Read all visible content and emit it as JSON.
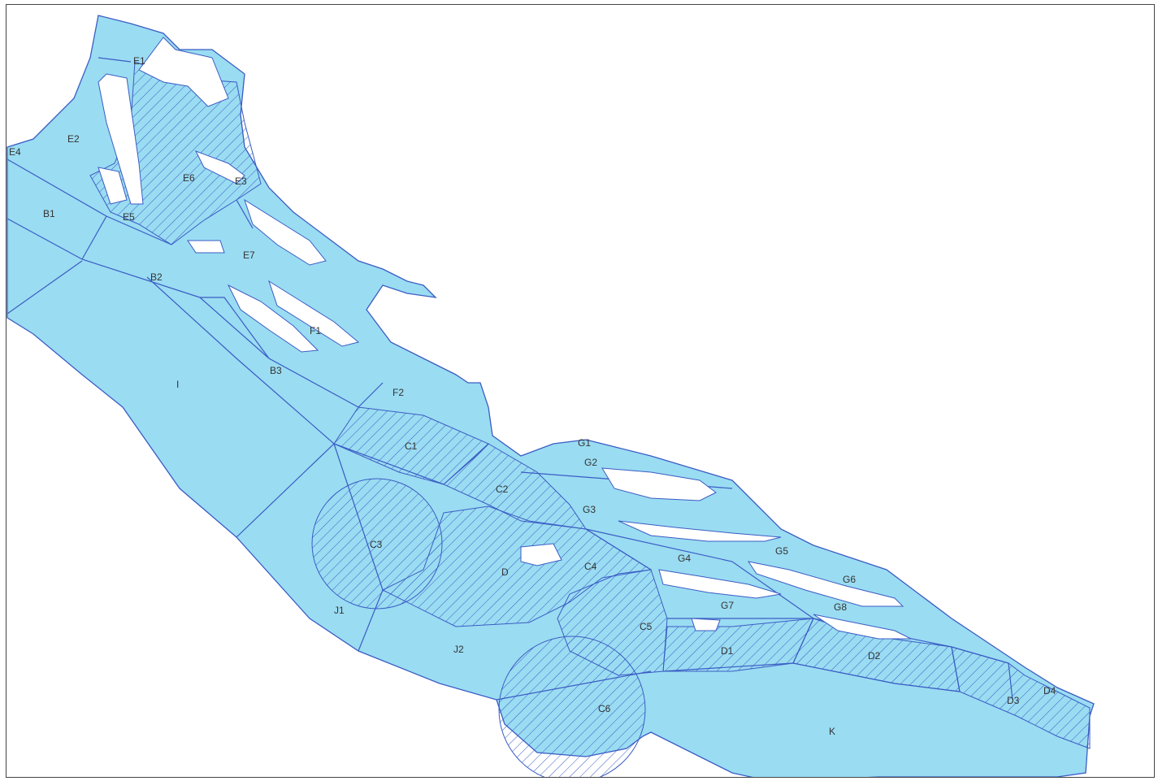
{
  "colors": {
    "sea": "#9adcf2",
    "boundary": "#3a5cc4",
    "hatch": "#3a5cc4",
    "land": "#ffffff",
    "label": "#333333"
  },
  "zones": [
    {
      "id": "E1",
      "label": "E1",
      "hatched": false
    },
    {
      "id": "E2",
      "label": "E2",
      "hatched": false
    },
    {
      "id": "E3",
      "label": "E3",
      "hatched": false
    },
    {
      "id": "E4",
      "label": "E4",
      "hatched": false
    },
    {
      "id": "E5",
      "label": "E5",
      "hatched": true
    },
    {
      "id": "E6",
      "label": "E6",
      "hatched": true
    },
    {
      "id": "E7",
      "label": "E7",
      "hatched": false
    },
    {
      "id": "B1",
      "label": "B1",
      "hatched": false
    },
    {
      "id": "B2",
      "label": "B2",
      "hatched": false
    },
    {
      "id": "B3",
      "label": "B3",
      "hatched": false
    },
    {
      "id": "I",
      "label": "I",
      "hatched": false
    },
    {
      "id": "F1",
      "label": "F1",
      "hatched": false
    },
    {
      "id": "F2",
      "label": "F2",
      "hatched": false
    },
    {
      "id": "C1",
      "label": "C1",
      "hatched": true
    },
    {
      "id": "C2",
      "label": "C2",
      "hatched": true
    },
    {
      "id": "C3",
      "label": "C3",
      "hatched": true
    },
    {
      "id": "C4",
      "label": "C4",
      "hatched": true
    },
    {
      "id": "C5",
      "label": "C5",
      "hatched": true
    },
    {
      "id": "C6",
      "label": "C6",
      "hatched": true
    },
    {
      "id": "D",
      "label": "D",
      "hatched": true
    },
    {
      "id": "G1",
      "label": "G1",
      "hatched": false
    },
    {
      "id": "G2",
      "label": "G2",
      "hatched": false
    },
    {
      "id": "G3",
      "label": "G3",
      "hatched": false
    },
    {
      "id": "G4",
      "label": "G4",
      "hatched": false
    },
    {
      "id": "G5",
      "label": "G5",
      "hatched": false
    },
    {
      "id": "G6",
      "label": "G6",
      "hatched": false
    },
    {
      "id": "G7",
      "label": "G7",
      "hatched": false
    },
    {
      "id": "G8",
      "label": "G8",
      "hatched": false
    },
    {
      "id": "J1",
      "label": "J1",
      "hatched": false
    },
    {
      "id": "J2",
      "label": "J2",
      "hatched": false
    },
    {
      "id": "D1",
      "label": "D1",
      "hatched": true
    },
    {
      "id": "D2",
      "label": "D2",
      "hatched": true
    },
    {
      "id": "D3",
      "label": "D3",
      "hatched": true
    },
    {
      "id": "D4",
      "label": "D4",
      "hatched": true
    },
    {
      "id": "K",
      "label": "K",
      "hatched": false
    }
  ]
}
